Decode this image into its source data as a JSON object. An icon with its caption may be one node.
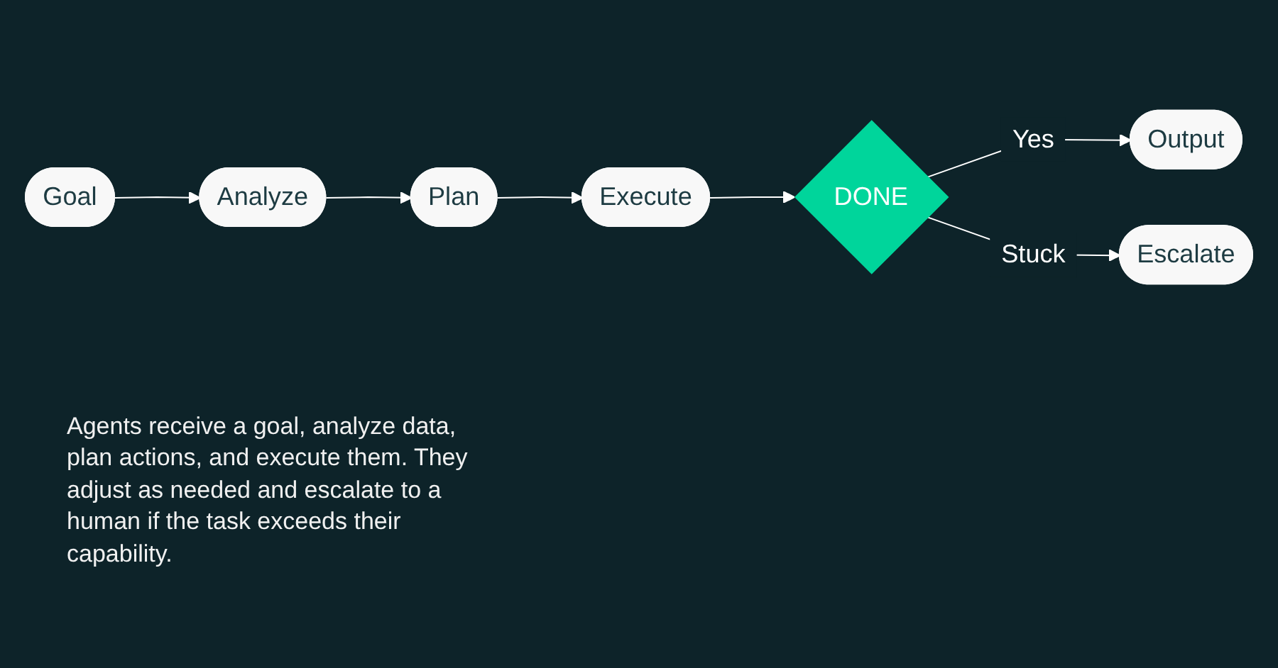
{
  "diagram": {
    "nodes": [
      {
        "text": [
          "Goal"
        ]
      },
      {
        "text": [
          "Analyze"
        ]
      },
      {
        "text": [
          "Plan"
        ]
      },
      {
        "text": [
          "Execute"
        ]
      },
      {
        "text": [
          "DONE"
        ]
      },
      {
        "text": [
          "Output"
        ]
      },
      {
        "text": [
          "Escalate"
        ]
      }
    ],
    "edges": [
      {
        "from": 0,
        "to": 1,
        "arrow": "to"
      },
      {
        "from": 1,
        "to": 2,
        "arrow": "to"
      },
      {
        "from": 2,
        "to": 3,
        "arrow": "to"
      },
      {
        "from": 3,
        "to": 4,
        "arrow": "to"
      },
      {
        "from": 4,
        "to": 5,
        "arrow": "to",
        "label": "Yes"
      },
      {
        "from": 4,
        "to": 6,
        "arrow": "to",
        "label": "Stuck"
      }
    ],
    "labels": [
      "Agents receive a goal, analyze data, plan actions, and execute them. They adjust as needed and escalate to a human if the task exceeds their capability."
    ]
  }
}
